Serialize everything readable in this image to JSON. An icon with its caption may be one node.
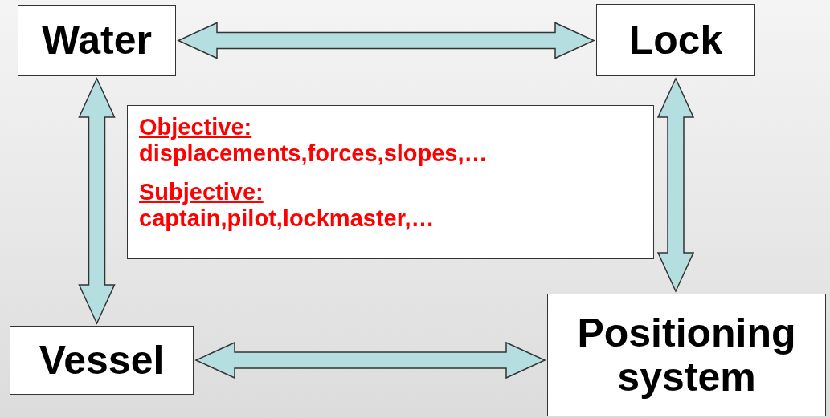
{
  "diagram": {
    "nodes": [
      {
        "text": [
          "Water"
        ]
      },
      {
        "text": [
          "Lock"
        ]
      },
      {
        "text": [
          "Objective:",
          "displacements,forces,slopes,…",
          "Subjective:",
          "captain,pilot,lockmaster,…"
        ]
      },
      {
        "text": [
          "Vessel"
        ]
      },
      {
        "text": [
          "Positioning system"
        ]
      }
    ],
    "edges": [
      {
        "from": 0,
        "to": 1,
        "arrow": "both"
      },
      {
        "from": 0,
        "to": 3,
        "arrow": "both"
      },
      {
        "from": 1,
        "to": 4,
        "arrow": "both"
      },
      {
        "from": 3,
        "to": 4,
        "arrow": "both"
      }
    ]
  }
}
